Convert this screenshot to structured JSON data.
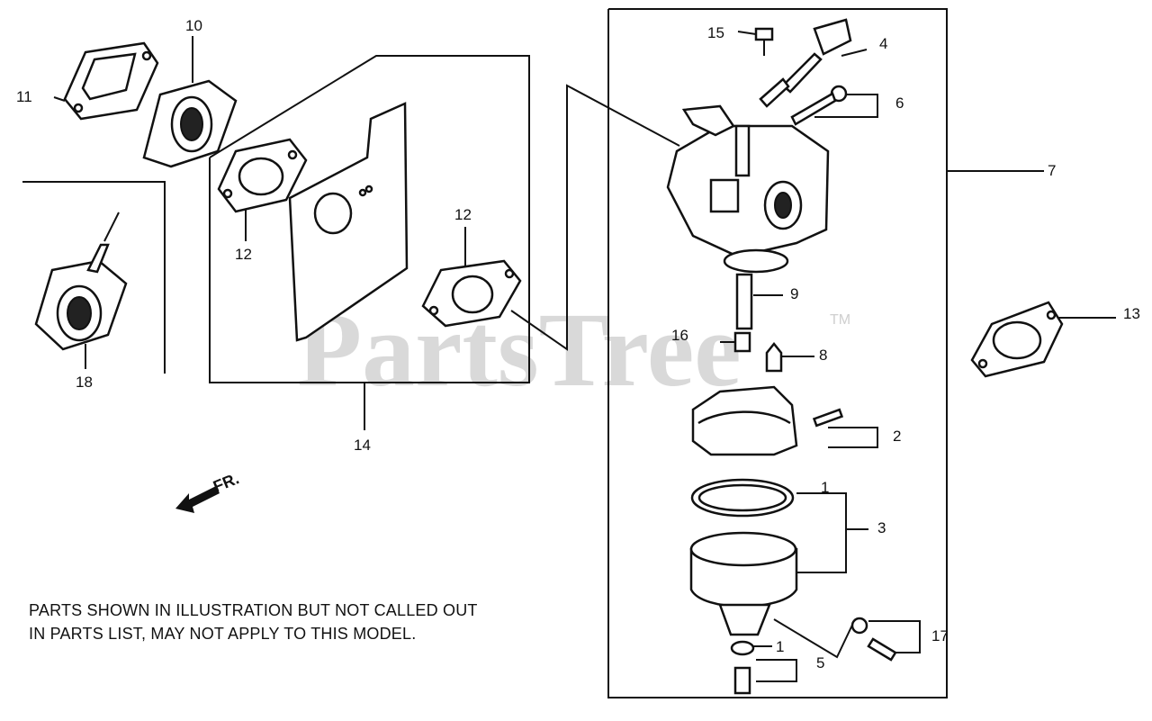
{
  "watermark": {
    "text": "PartsTree",
    "trademark": "TM"
  },
  "direction_marker": "FR.",
  "note_lines": [
    "PARTS SHOWN IN ILLUSTRATION BUT NOT CALLED OUT",
    "IN PARTS LIST, MAY NOT APPLY TO THIS MODEL."
  ],
  "callouts": {
    "c1a": "1",
    "c1b": "1",
    "c2": "2",
    "c3": "3",
    "c4": "4",
    "c5": "5",
    "c6": "6",
    "c7": "7",
    "c8": "8",
    "c9": "9",
    "c10": "10",
    "c11": "11",
    "c12a": "12",
    "c12b": "12",
    "c13": "13",
    "c14": "14",
    "c15": "15",
    "c16": "16",
    "c17": "17",
    "c18": "18"
  }
}
